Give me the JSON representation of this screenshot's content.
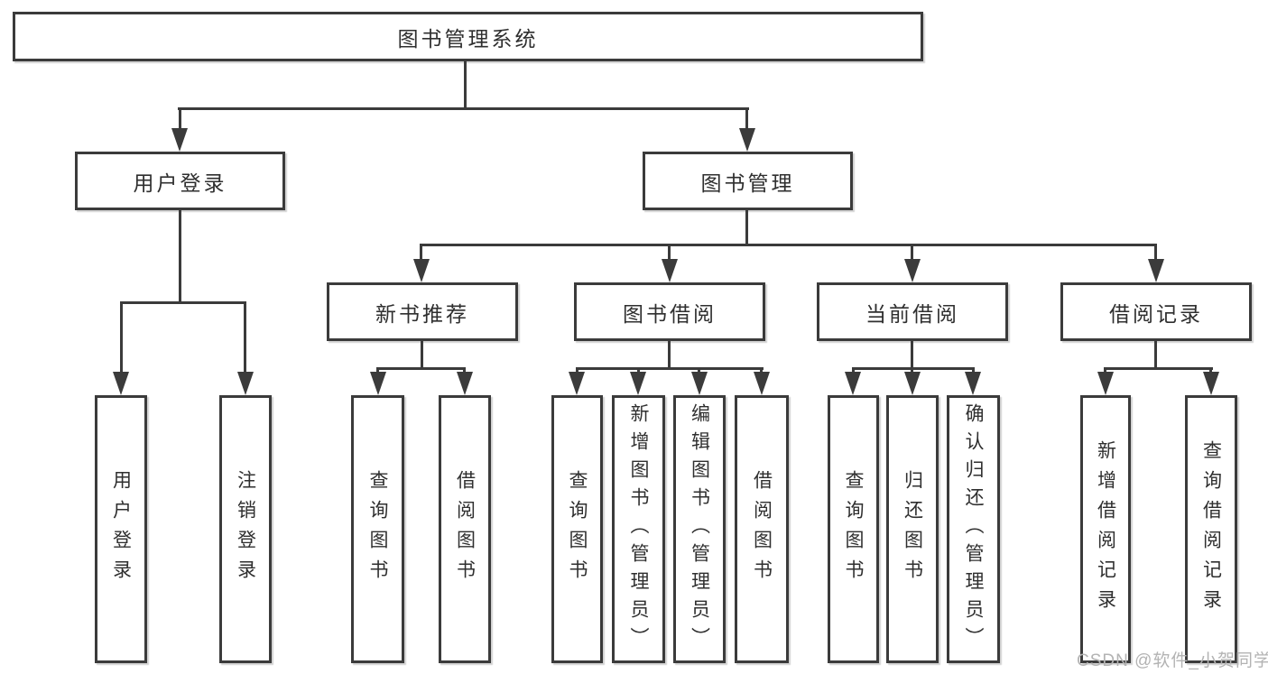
{
  "root": {
    "label": "图书管理系统"
  },
  "user_login": {
    "label": "用户登录",
    "children": [
      {
        "label": "用户登录"
      },
      {
        "label": "注销登录"
      }
    ]
  },
  "book_mgmt": {
    "label": "图书管理",
    "sections": [
      {
        "label": "新书推荐",
        "children": [
          {
            "label": "查询图书"
          },
          {
            "label": "借阅图书"
          }
        ]
      },
      {
        "label": "图书借阅",
        "children": [
          {
            "label": "查询图书"
          },
          {
            "label": "新增图书（管理员）"
          },
          {
            "label": "编辑图书（管理员）"
          },
          {
            "label": "借阅图书"
          }
        ]
      },
      {
        "label": "当前借阅",
        "children": [
          {
            "label": "查询图书"
          },
          {
            "label": "归还图书"
          },
          {
            "label": "确认归还（管理员）"
          }
        ]
      },
      {
        "label": "借阅记录",
        "children": [
          {
            "label": "新增借阅记录"
          },
          {
            "label": "查询借阅记录"
          }
        ]
      }
    ]
  },
  "watermark": {
    "text": "CSDN @软件_小贺同学"
  },
  "colors": {
    "line": "#3b3b3b",
    "text": "#2f2f2f",
    "watermark": "#b3b3b3",
    "background": "#ffffff"
  }
}
